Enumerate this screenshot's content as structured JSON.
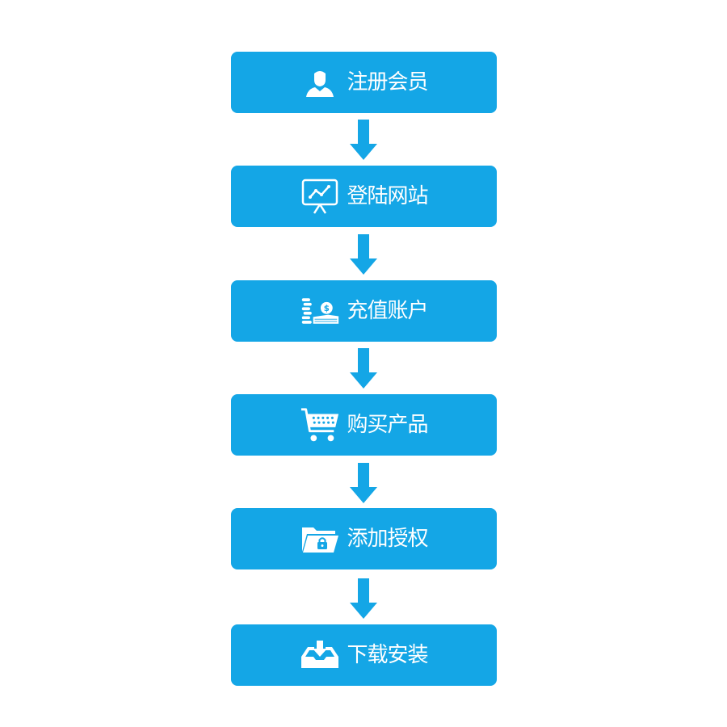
{
  "colors": {
    "step_fill": "#14a6e6",
    "arrow_fill": "#14a6e6",
    "text": "#ffffff"
  },
  "steps": [
    {
      "label": "注册会员",
      "icon": "user-icon"
    },
    {
      "label": "登陆网站",
      "icon": "presentation-chart-icon"
    },
    {
      "label": "充值账户",
      "icon": "coins-money-icon"
    },
    {
      "label": "购买产品",
      "icon": "shopping-cart-icon"
    },
    {
      "label": "添加授权",
      "icon": "locked-folder-icon"
    },
    {
      "label": "下载安装",
      "icon": "download-tray-icon"
    }
  ]
}
